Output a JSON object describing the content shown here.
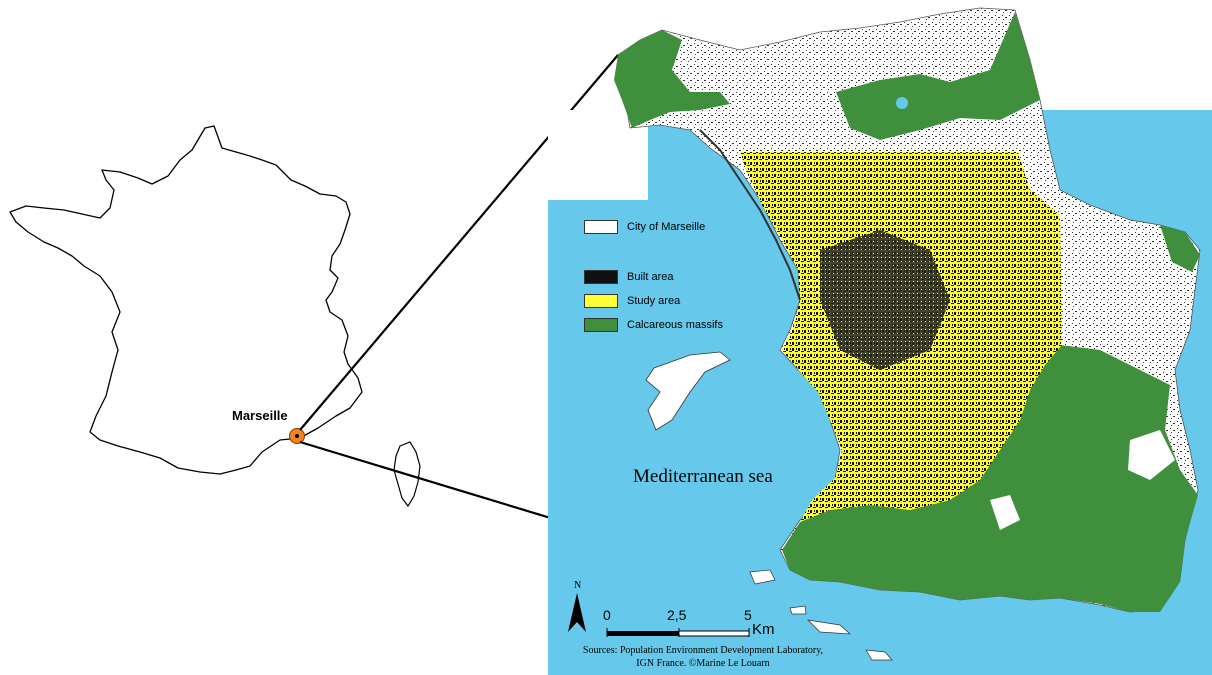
{
  "locator": {
    "city_label": "Marseille"
  },
  "main_map": {
    "sea_label": "Mediterranean sea",
    "colors": {
      "sea": "#66c8ea",
      "city_outline_fill": "#ffffff",
      "built_area": "#111111",
      "study_area": "#ffff33",
      "calcareous_massifs": "#3f8f3c",
      "marker": "#f58220"
    }
  },
  "legend": {
    "items": [
      {
        "label": "City of Marseille",
        "color": "#ffffff"
      },
      {
        "label": "Built area",
        "color": "#111111"
      },
      {
        "label": "Study area",
        "color": "#ffff33"
      },
      {
        "label": "Calcareous massifs",
        "color": "#3f8f3c"
      }
    ]
  },
  "north_arrow": {
    "letter": "N"
  },
  "scale_bar": {
    "ticks": [
      "0",
      "2,5",
      "5"
    ],
    "unit": "Km"
  },
  "sources": {
    "line1": "Sources: Population Environment Development Laboratory,",
    "line2": "IGN France. ©Marine Le Louarn"
  }
}
